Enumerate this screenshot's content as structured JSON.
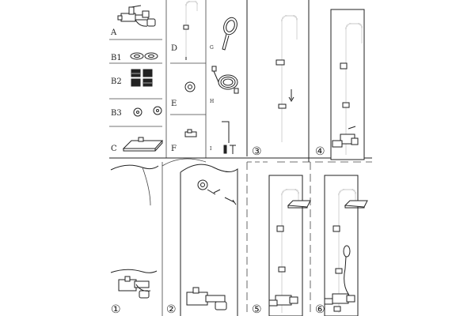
{
  "parts": {
    "A": "A",
    "B1": "B1",
    "B2": "B2",
    "B3": "B3",
    "C": "C",
    "D": "D",
    "E": "E",
    "F": "F",
    "G": "G",
    "H": "H",
    "I": "I"
  },
  "steps": [
    "①",
    "②",
    "③",
    "④",
    "⑤",
    "⑥"
  ]
}
